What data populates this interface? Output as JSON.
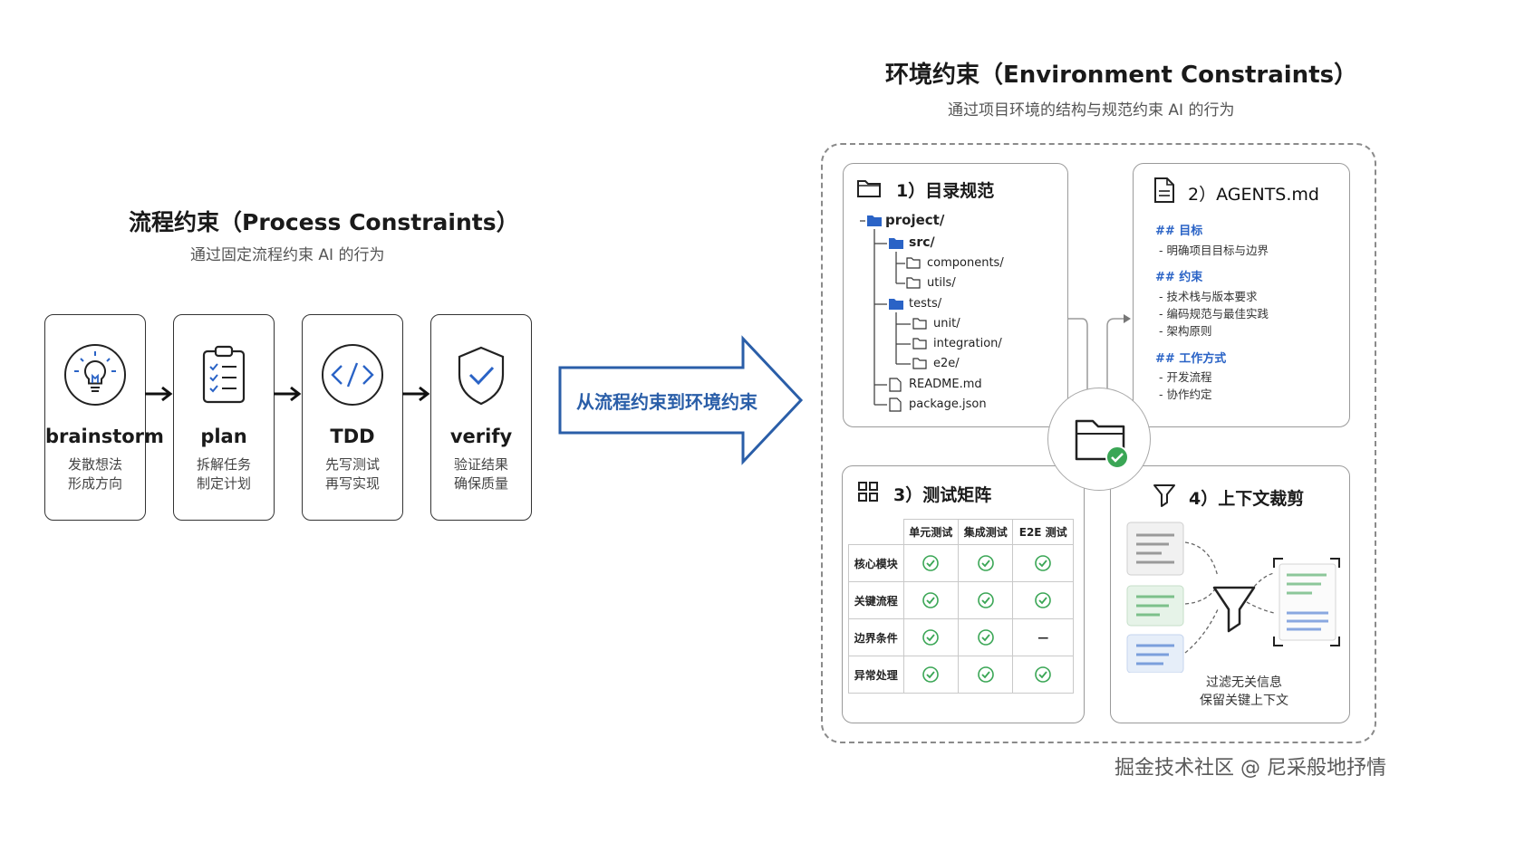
{
  "process": {
    "title": "流程约束（Process Constraints）",
    "subtitle": "通过固定流程约束 AI 的行为",
    "steps": [
      {
        "name": "brainstorm",
        "line1": "发散想法",
        "line2": "形成方向",
        "icon": "lightbulb-icon"
      },
      {
        "name": "plan",
        "line1": "拆解任务",
        "line2": "制定计划",
        "icon": "clipboard-checklist-icon"
      },
      {
        "name": "TDD",
        "line1": "先写测试",
        "line2": "再写实现",
        "icon": "code-icon"
      },
      {
        "name": "verify",
        "line1": "验证结果",
        "line2": "确保质量",
        "icon": "shield-check-icon"
      }
    ]
  },
  "transition": {
    "label": "从流程约束到环境约束"
  },
  "environment": {
    "title": "环境约束（Environment Constraints）",
    "subtitle": "通过项目环境的结构与规范约束 AI 的行为",
    "directory": {
      "title": "1）目录规范",
      "tree": [
        "project/",
        "src/",
        "components/",
        "utils/",
        "tests/",
        "unit/",
        "integration/",
        "e2e/",
        "README.md",
        "package.json"
      ]
    },
    "agents": {
      "title": "2）AGENTS.md",
      "sections": [
        {
          "heading": "## 目标",
          "items": [
            "- 明确项目目标与边界"
          ]
        },
        {
          "heading": "## 约束",
          "items": [
            "- 技术栈与版本要求",
            "- 编码规范与最佳实践",
            "- 架构原则"
          ]
        },
        {
          "heading": "## 工作方式",
          "items": [
            "- 开发流程",
            "- 协作约定"
          ]
        }
      ]
    },
    "matrix": {
      "title": "3）测试矩阵",
      "columns": [
        "单元测试",
        "集成测试",
        "E2E 测试"
      ],
      "rows": [
        {
          "label": "核心模块",
          "cells": [
            "check",
            "check",
            "check"
          ]
        },
        {
          "label": "关键流程",
          "cells": [
            "check",
            "check",
            "check"
          ]
        },
        {
          "label": "边界条件",
          "cells": [
            "check",
            "check",
            "—"
          ]
        },
        {
          "label": "异常处理",
          "cells": [
            "check",
            "check",
            "check"
          ]
        }
      ]
    },
    "context": {
      "title": "4）上下文裁剪",
      "caption1": "过滤无关信息",
      "caption2": "保留关键上下文"
    }
  },
  "watermark": "掘金技术社区 @ 尼采般地抒情",
  "colors": {
    "accent_blue": "#2a63c6",
    "check_green": "#3aa655",
    "arrow_blue": "#2a5ea8"
  }
}
